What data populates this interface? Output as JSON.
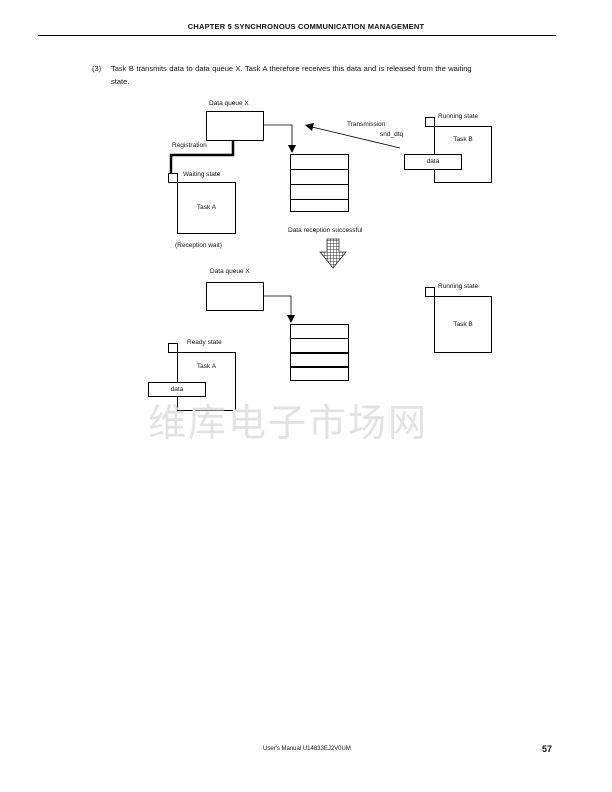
{
  "header": {
    "title": "CHAPTER 5   SYNCHRONOUS  COMMUNICATION  MANAGEMENT"
  },
  "body": {
    "item_number": "(3)",
    "line1": "Task B transmits data to data queue X.  Task A therefore receives this data and is released from the waiting",
    "line2": "state."
  },
  "diagram_top": {
    "queue_label": "Data queue X",
    "registration": "Registration",
    "task_a_state": "Waiting state",
    "task_a": "Task A",
    "task_a_note": "(Reception wait)",
    "transmission": "Transmission",
    "service_call": "snd_dtq",
    "task_b_state": "Running state",
    "task_b": "Task B",
    "data": "data"
  },
  "transition": {
    "label": "Data reception successful"
  },
  "diagram_bottom": {
    "queue_label": "Data queue X",
    "task_a_state": "Ready state",
    "task_a": "Task A",
    "data": "data",
    "task_b_state": "Running state",
    "task_b": "Task B"
  },
  "watermark": "维库电子市场网",
  "footer": {
    "manual": "User's Manual  U14833EJ2V0UM",
    "page_number": "57"
  }
}
